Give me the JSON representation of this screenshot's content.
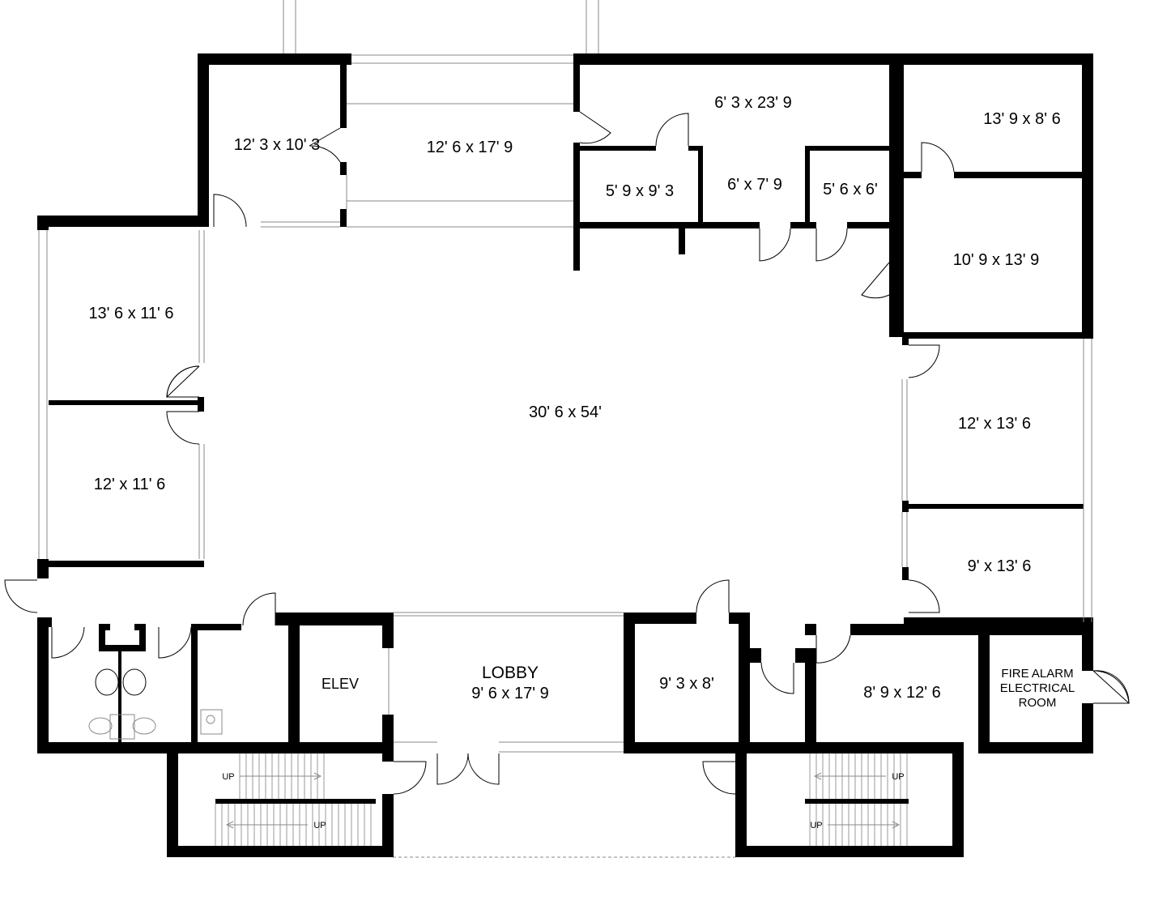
{
  "colors": {
    "walls": "#000000",
    "background": "#ffffff",
    "glazing": "#8a8a8a"
  },
  "rooms": {
    "r_12_3": "12' 3 x 10' 3",
    "r_12_6": "12' 6 x 17' 9",
    "r_6_3": "6' 3 x 23' 9",
    "r_5_9": "5' 9 x 9' 3",
    "r_6_7": "6' x 7' 9",
    "r_5_6": "5' 6 x 6'",
    "r_13_9": "13' 9 x 8' 6",
    "r_10_9": "10' 9 x 13' 9",
    "r_13_6": "13' 6 x 11' 6",
    "r_12_11": "12' x 11' 6",
    "r_main": "30' 6 x 54'",
    "r_12_13": "12' x 13' 6",
    "r_9_13": "9' x 13' 6",
    "r_elev": "ELEV",
    "r_lobby_name": "LOBBY",
    "r_lobby_dim": "9' 6 x 17' 9",
    "r_9_3": "9' 3 x 8'",
    "r_8_9": "8' 9 x 12' 6",
    "fire_line1": "FIRE ALARM",
    "fire_line2": "ELECTRICAL",
    "fire_line3": "ROOM"
  },
  "stairs": {
    "left_up_1": "UP",
    "left_up_2": "UP",
    "right_up_1": "UP",
    "right_up_2": "UP"
  }
}
